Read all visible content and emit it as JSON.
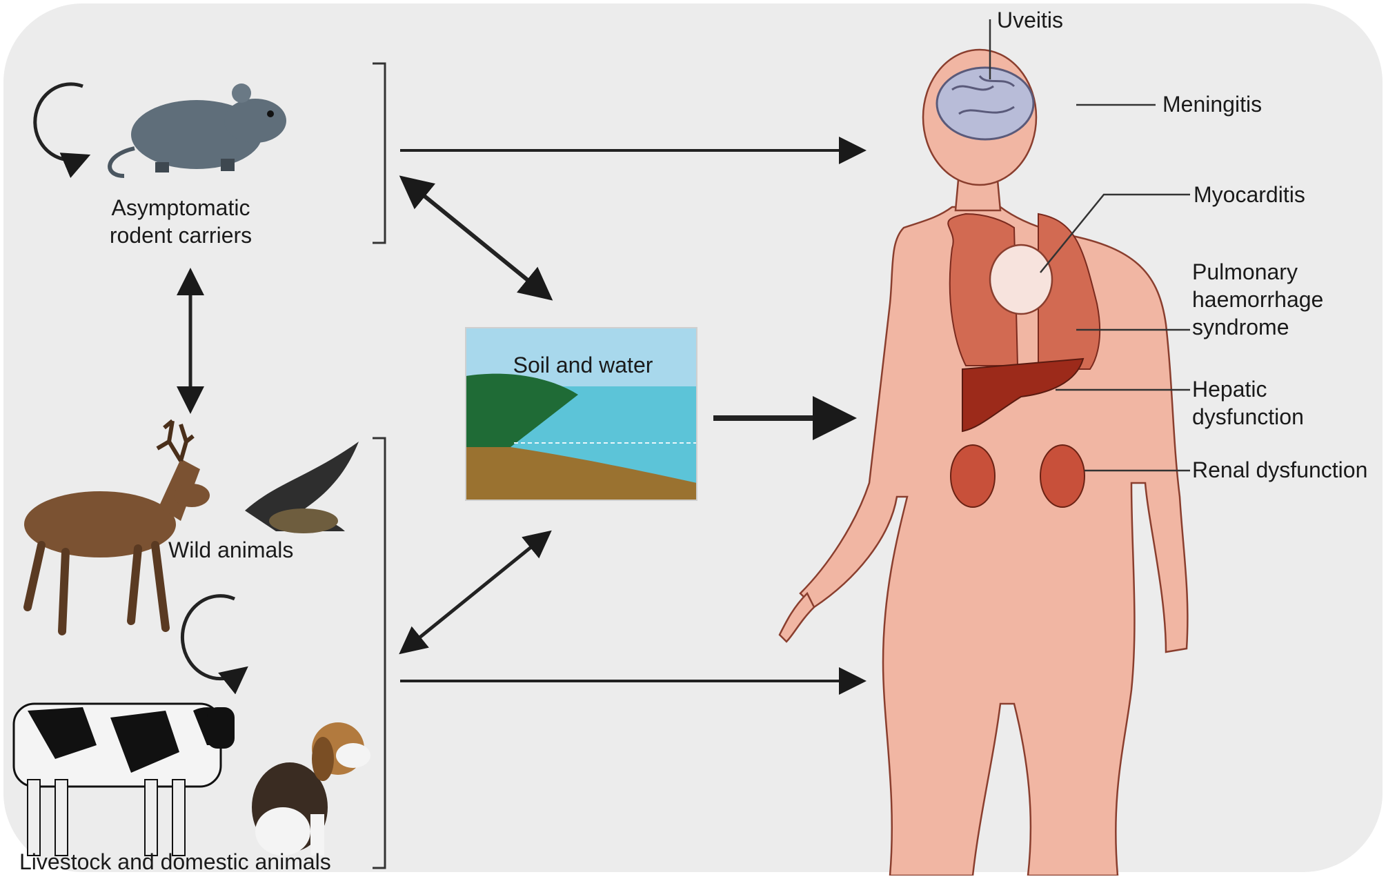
{
  "labels": {
    "rodent": [
      "Asymptomatic",
      "rodent carriers"
    ],
    "wild": "Wild animals",
    "livestock": "Livestock and domestic animals",
    "soil": "Soil and water",
    "uveitis": "Uveitis",
    "meningitis": "Meningitis",
    "myocarditis": "Myocarditis",
    "pulmonary": [
      "Pulmonary",
      "haemorrhage",
      "syndrome"
    ],
    "hepatic": [
      "Hepatic",
      "dysfunction"
    ],
    "renal": "Renal dysfunction"
  },
  "colors": {
    "background": "#ececec",
    "skin": "#f1b6a3",
    "organ": "#d26a52",
    "liver": "#9c2a1a",
    "soil_sky": "#a8d8ec",
    "soil_hill": "#1f6b36",
    "soil_water": "#5cc4d8",
    "soil_earth": "#9a7230"
  }
}
